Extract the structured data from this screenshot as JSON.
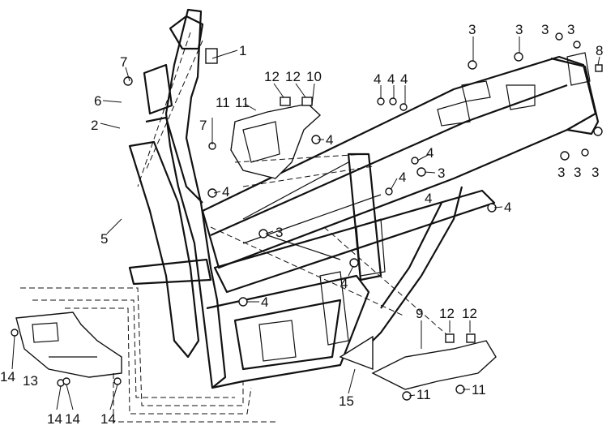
{
  "callouts": {
    "c1": "1",
    "c2": "2",
    "c3a": "3",
    "c3b": "3",
    "c3c": "3",
    "c3d": "3",
    "c3e": "3",
    "c3f": "3",
    "c3g": "3",
    "c3h": "3",
    "c3i": "3",
    "c4a": "4",
    "c4b": "4",
    "c4c": "4",
    "c4d": "4",
    "c4e": "4",
    "c4f": "4",
    "c4g": "4",
    "c4h": "4",
    "c4i": "4",
    "c4j": "4",
    "c4k": "4",
    "c5": "5",
    "c6": "6",
    "c7a": "7",
    "c7b": "7",
    "c8": "8",
    "c9": "9",
    "c10": "10",
    "c11a": "11",
    "c11b": "11",
    "c11c": "11",
    "c11d": "11",
    "c12a": "12",
    "c12b": "12",
    "c12c": "12",
    "c12d": "12",
    "c13": "13",
    "c14a": "14",
    "c14b": "14",
    "c14c": "14",
    "c14d": "14",
    "c15": "15"
  }
}
